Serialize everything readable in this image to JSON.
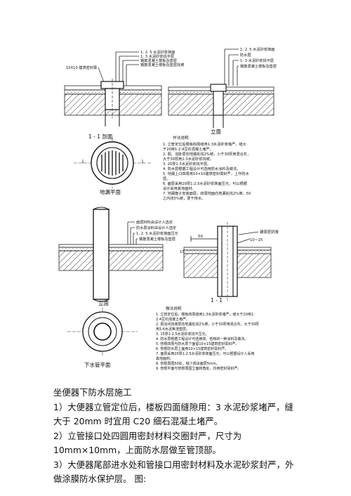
{
  "drawing_top": {
    "left_labels": [
      "1: 2. 5 水泥砂浆抹面",
      "1: 3 水泥砂浆找平层",
      "钢筋混凝土楼板及垫层",
      "钢筋混凝土楼板及垫层找坡"
    ],
    "left_side_label": "10X10 建筑密封膏",
    "right_labels": [
      "1: 2. 5 水泥砂浆抹面",
      "防水层",
      "1: 3 水泥砂浆找平层",
      "钢筋混凝土楼板及垫层"
    ],
    "section_title": "1 - 1  剖面",
    "elevation_title": "立面",
    "drain_title": "地漏平面",
    "notes_title": "作法说明:",
    "notes": [
      "1. 立管定位后楼板四周缝用1:3水泥砂浆堵严，缝大",
      "   于20用1:2:4豆石混凝土堵严。",
      "2. 厕、浴卧层向地漏处找2%坡，小于30厚用混合灰，",
      "   大于30厚用1:3水泥砂浆找坡。",
      "3. 20厚1:3水泥砂浆找平层。",
      "4. 防水层根据工程设计可选用防水涂料及做法。",
      "5. 地漏上口四周用10×10建筑密封膏封严，上作防水",
      "   层。",
      "6. 面层采用20厚1:2.5水泥砂浆抹面压光，可以根据",
      "   设计采用其他面材。",
      "7. 地漏篦子安装面层，四周地面向地漏处找2%坡，50",
      "   之内找5%坡，便于排水。"
    ]
  },
  "drawing_bottom": {
    "left_labels": [
      "面层材料由设计人选定",
      "防水层涂料由设计人选定",
      "1: 2. 5 水泥砂浆抹面压光",
      "钢筋混凝土楼板及垫层"
    ],
    "left_side_label": "15",
    "right_labels": [
      "建筑密封膏",
      "10~15"
    ],
    "right_dim": "50",
    "elevation_title": "立面",
    "section_title": "1 - 1",
    "pipe_title": "下水管平面",
    "notes_title": "做法说明",
    "notes": [
      "1. 立管定位后，楼板四周缝用1:3水泥砂浆堵严，缝大于20用1:",
      "   2:4豆石混凝土堵严。",
      "2. 厕浴间找坡层向地漏处找2%坡，小于30厚用混合灰，大于30厚",
      "   用1:6水泥焦渣垫层。",
      "3. 15厚1:2.5水泥砂浆找平压光。",
      "4. 防水层根据工程设计可选用高、低档的一种涂料及做法。",
      "5. 管根四周与防水层下面留10×15建筑密封膏封严。",
      "6. 管根防水层上面用10×15建筑密封膏封严。",
      "7. 面层采用20厚1:2.5水泥砂浆抹面压光，可以根据设计人采用",
      "   其他面材。",
      "8. 管根周围50处，缝少高出面层5mm。",
      "9. 管根平面与管根周围立面转角处，均用密封膏封严。"
    ]
  },
  "text": {
    "heading": "坐便器下防水层施工",
    "p1": "1）大便器立管定位后，楼板四面缝隙用：3 水泥砂浆堵严，缝大于 20mm 时宜用 C20 细石混凝土堵严。",
    "p2": "2）立管接口处四圆用密封材料交圈封严，尺寸为 10mm×10mm，上面防水层做至管顶部。",
    "p3": "3）大便器尾部进水处和管接口用密封材料及水泥砂浆封严，外做涂膜防水保护层。 图:"
  }
}
